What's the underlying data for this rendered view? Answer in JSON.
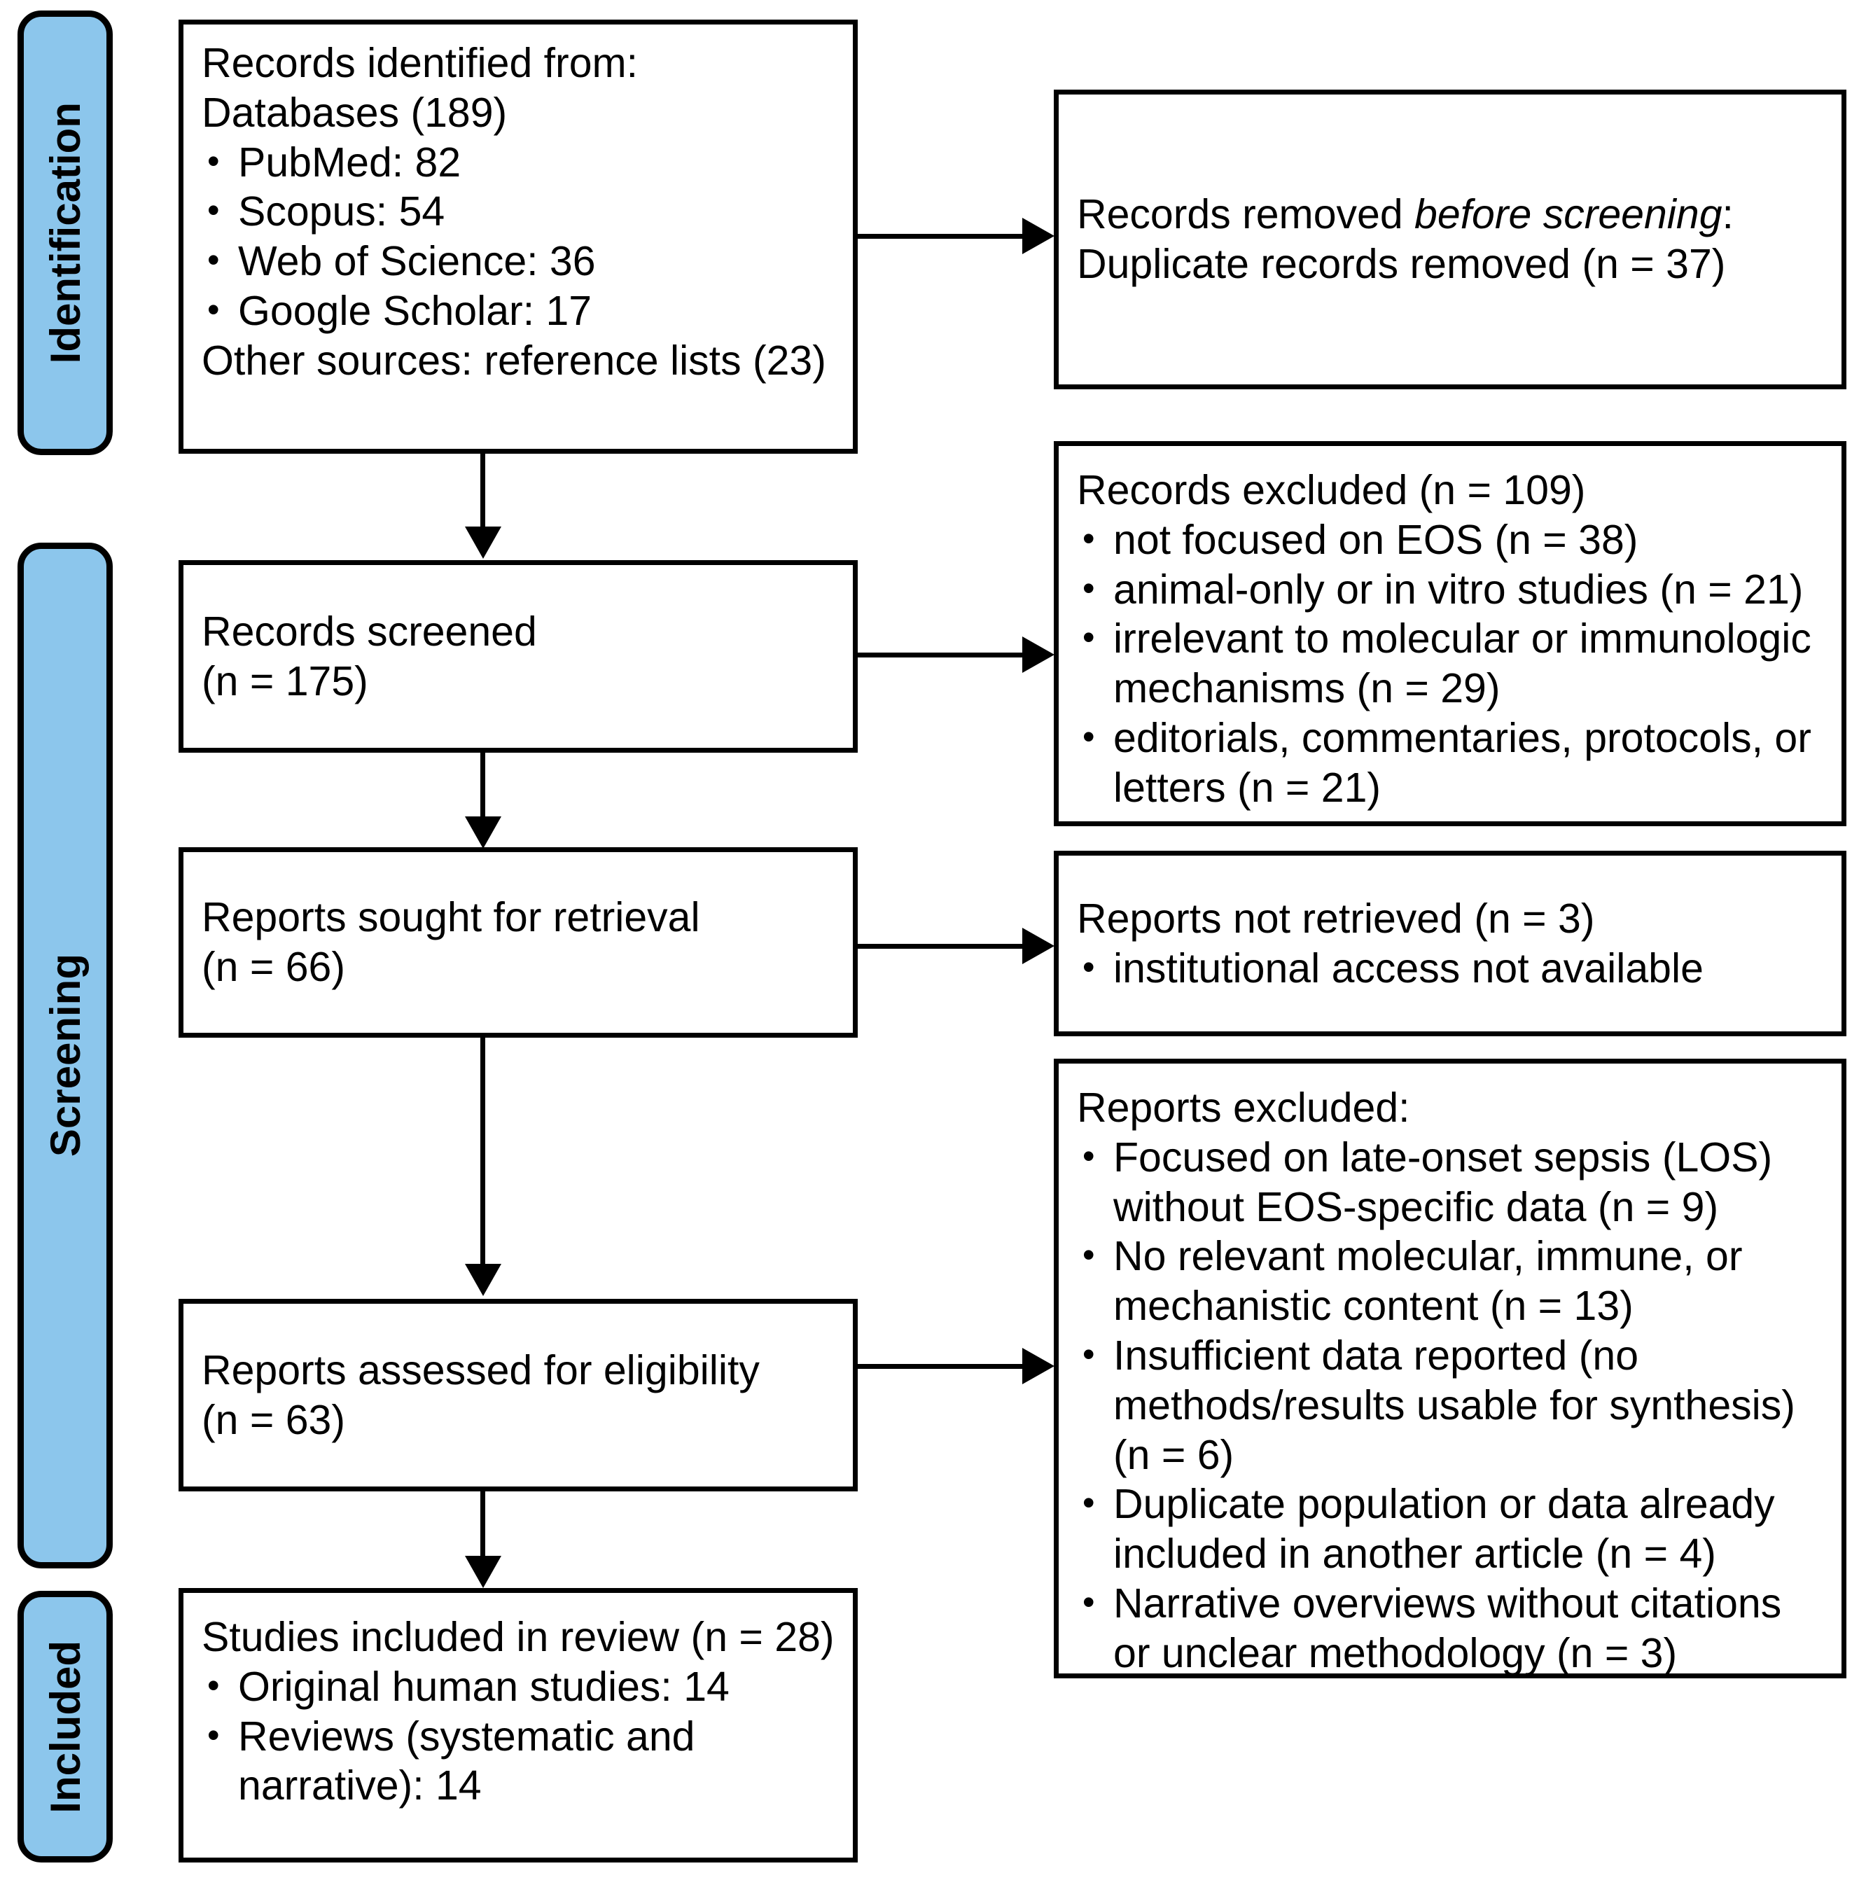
{
  "diagram": {
    "title": "PRISMA flow diagram",
    "accent_color": "#8CC6EC",
    "line_color": "#000000",
    "bands": [
      {
        "label": "Identification"
      },
      {
        "label": "Screening"
      },
      {
        "label": "Included"
      }
    ]
  },
  "identification": {
    "records_identified": {
      "heading_line1": "Records identified from:",
      "heading_line2": "Databases (189)",
      "sources": [
        "PubMed: 82",
        "Scopus: 54",
        "Web of Science: 36",
        "Google Scholar: 17"
      ],
      "other_sources": "Other sources: reference lists (23)"
    },
    "records_removed": {
      "heading_prefix": "Records removed ",
      "heading_italic": "before screening",
      "heading_suffix": ":",
      "detail": "Duplicate records removed  (n = 37)"
    }
  },
  "screening": {
    "records_screened": {
      "line1": "Records screened",
      "line2": "(n = 175)"
    },
    "records_excluded": {
      "heading": "Records excluded (n = 109)",
      "reasons": [
        "not focused on EOS (n = 38)",
        "animal-only or in vitro studies (n = 21)",
        "irrelevant to molecular or immunologic mechanisms (n = 29)",
        "editorials, commentaries, protocols, or letters (n = 21)"
      ]
    },
    "reports_sought": {
      "line1": "Reports sought for retrieval",
      "line2": "(n = 66)"
    },
    "reports_not_retrieved": {
      "heading": "Reports not retrieved (n = 3)",
      "reasons": [
        "institutional access not available"
      ]
    },
    "reports_assessed": {
      "line1": "Reports assessed for eligibility",
      "line2": "(n = 63)"
    },
    "reports_excluded": {
      "heading": "Reports excluded:",
      "reasons": [
        "Focused on late-onset sepsis (LOS) without EOS-specific data (n = 9)",
        "No relevant molecular, immune, or mechanistic content (n = 13)",
        "Insufficient data reported (no methods/results usable for synthesis) (n = 6)",
        "Duplicate population or data already included in another article (n = 4)",
        "Narrative overviews without citations or unclear methodology (n = 3)"
      ]
    }
  },
  "included": {
    "studies_included": {
      "heading": "Studies included in review (n = 28)",
      "breakdown": [
        "Original human studies: 14",
        "Reviews (systematic and narrative): 14"
      ]
    }
  }
}
